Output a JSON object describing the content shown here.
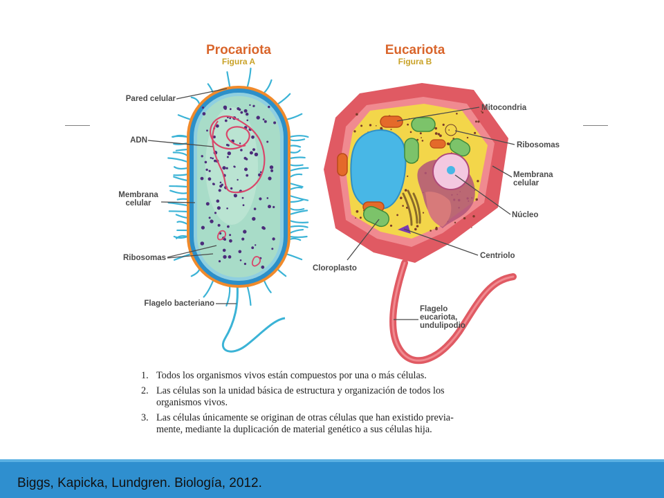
{
  "figure_a": {
    "title": "Procariota",
    "subtitle": "Figura A"
  },
  "figure_b": {
    "title": "Eucariota",
    "subtitle": "Figura B"
  },
  "labels_a": {
    "pared": "Pared celular",
    "adn": "ADN",
    "membrana_1": "Membrana",
    "membrana_2": "celular",
    "ribosomas": "Ribosomas",
    "flagelo": "Flagelo bacteriano"
  },
  "labels_b": {
    "mitocondria": "Mitocondria",
    "ribosomas": "Ribosomas",
    "membrana_1": "Membrana",
    "membrana_2": "celular",
    "nucleo": "Núcleo",
    "centriolo": "Centriolo",
    "cloroplasto": "Cloroplasto",
    "flagelo_1": "Flagelo",
    "flagelo_2": "eucariota,",
    "flagelo_3": "undulipodio"
  },
  "principles": [
    {
      "num": "1.",
      "lines": [
        "Todos los organismos vivos están compuestos por una o más células."
      ]
    },
    {
      "num": "2.",
      "lines": [
        "Las células son la unidad básica de estructura y organización de todos los",
        "organismos vivos."
      ]
    },
    {
      "num": "3.",
      "lines": [
        "Las células únicamente se originan de otras células que han existido previa-",
        "mente, mediante la duplicación de material genético a sus células hija."
      ]
    }
  ],
  "footer": {
    "citation": "Biggs, Kapicka, Lundgren. Biología, 2012."
  },
  "colors": {
    "title": "#d9652b",
    "subtitle": "#c9a227",
    "footer_bar": "#2f8fcf",
    "prokaryote_fill": "#9fd9c4",
    "eukaryote_membrane": "#e05a63",
    "cytoplasm": "#f3d64a"
  }
}
